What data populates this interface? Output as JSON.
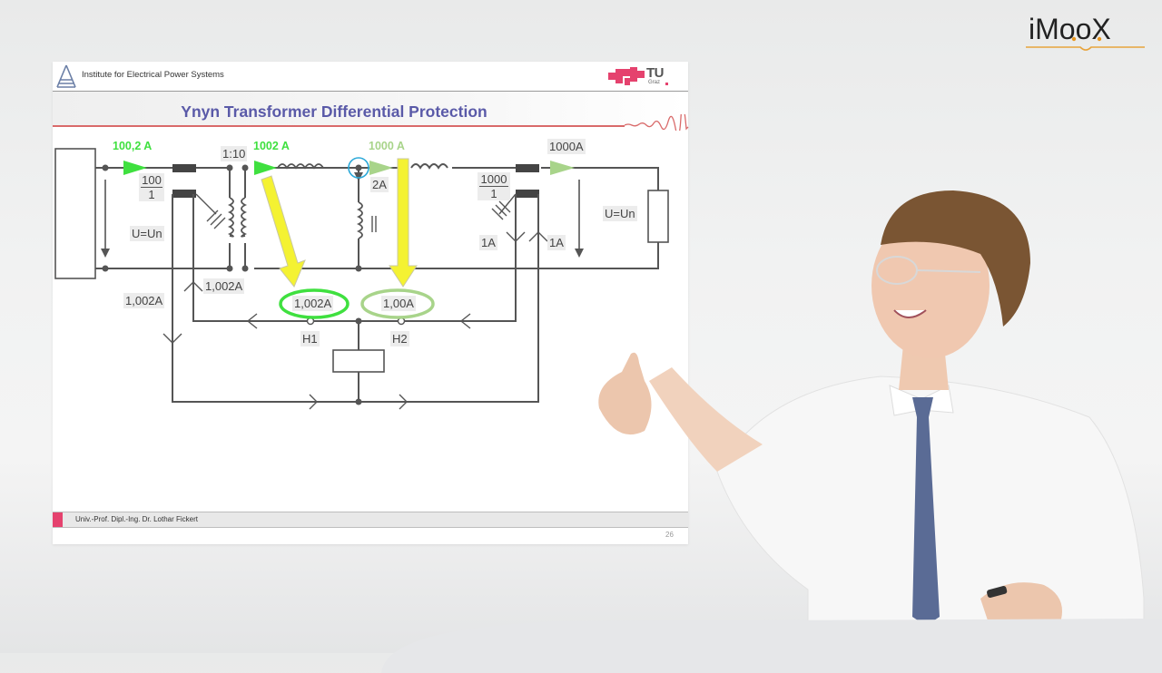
{
  "branding": {
    "platform_logo": "iMooX"
  },
  "slide": {
    "header": {
      "institute": "Institute for Electrical Power Systems",
      "university_logo_main": "TU",
      "university_logo_sub": "Graz"
    },
    "title": "Ynyn Transformer Differential Protection",
    "footer": {
      "author": "Univ.-Prof. Dipl.-Ing. Dr. Lothar Fickert",
      "page_number": "26"
    },
    "diagram": {
      "currents": {
        "primary_line": "100,2 A",
        "after_transformer": "1002 A",
        "after_branch": "1000 A",
        "load_current": "1000A",
        "magnetizing_branch": "2A",
        "ct1_secondary_left": "1,002A",
        "ct1_secondary_right": "1,002A",
        "ct2_secondary_left": "1A",
        "ct2_secondary_right": "1A",
        "relay_input_h1": "1,002A",
        "relay_input_h2": "1,00A"
      },
      "labels": {
        "ct1_ratio_num": "100",
        "ct1_ratio_den": "1",
        "transformer_ratio": "1:10",
        "ct2_ratio_num": "1000",
        "ct2_ratio_den": "1",
        "source_voltage": "U=Un",
        "load_voltage": "U=Un",
        "relay_h1": "H1",
        "relay_h2": "H2"
      },
      "colors": {
        "bright_green": "#3fe03f",
        "light_green": "#a8d48a",
        "yellow_arrow": "#f4f232",
        "wire": "#555555",
        "highlight_circle": "#2aa8d8"
      }
    }
  },
  "presenter": {
    "description": "Lecturer in white shirt and patterned tie, smiling, gesturing toward slide, holding a presentation clicker"
  }
}
